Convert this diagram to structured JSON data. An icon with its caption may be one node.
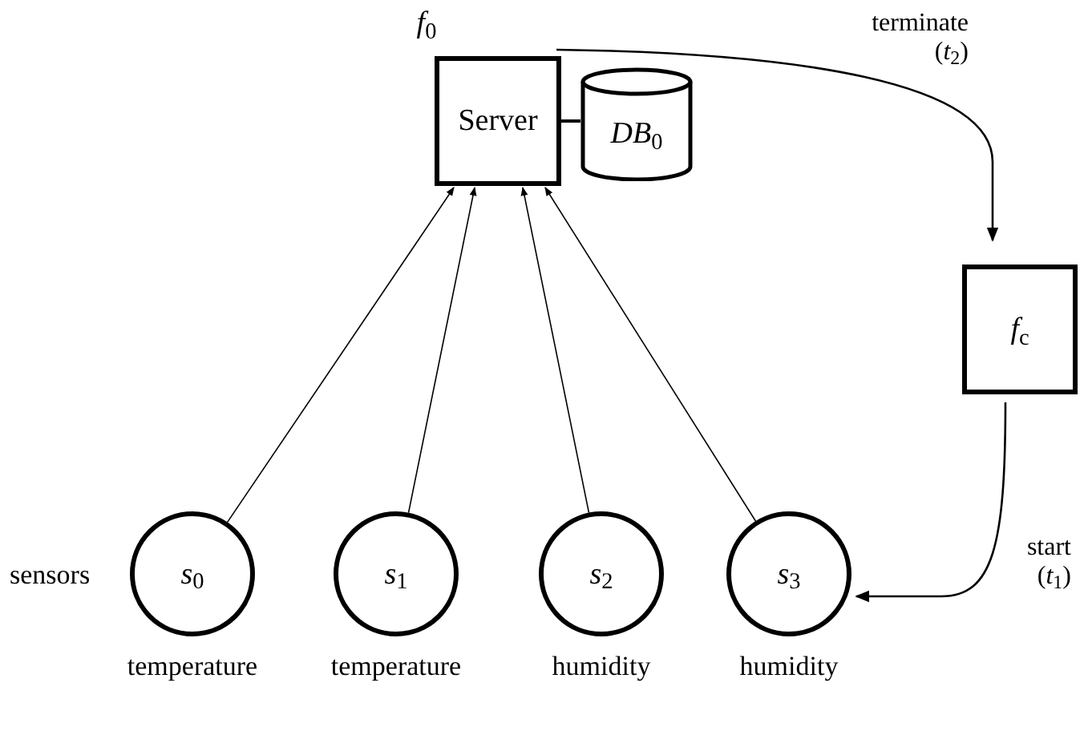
{
  "diagram": {
    "nodes": [
      {
        "text": [
          "Server"
        ],
        "beside": [
          "*f*$_{0}$"
        ]
      },
      {
        "text": [
          "*DB*$_{0}$"
        ]
      },
      {
        "text": [
          "*f*$_{c}$"
        ]
      },
      {
        "text": [
          "*s*$_{0}$"
        ],
        "beside": [
          "temperature"
        ]
      },
      {
        "text": [
          "*s*$_{1}$"
        ],
        "beside": [
          "temperature"
        ]
      },
      {
        "text": [
          "*s*$_{2}$"
        ],
        "beside": [
          "humidity"
        ]
      },
      {
        "text": [
          "*s*$_{3}$"
        ],
        "beside": [
          "humidity"
        ]
      }
    ],
    "edges": [
      {
        "from": 3,
        "to": 0,
        "arrow": "to"
      },
      {
        "from": 4,
        "to": 0,
        "arrow": "to"
      },
      {
        "from": 5,
        "to": 0,
        "arrow": "to"
      },
      {
        "from": 6,
        "to": 0,
        "arrow": "to"
      },
      {
        "from": 0,
        "to": 1,
        "arrow": "none"
      },
      {
        "from": 0,
        "to": 2,
        "label": "terminate (*t*$_{2}$)",
        "arrow": "to"
      },
      {
        "from": 2,
        "to": 6,
        "label": "start (*t*$_{1}$)",
        "arrow": "to"
      }
    ],
    "labels": [
      "sensors"
    ]
  }
}
